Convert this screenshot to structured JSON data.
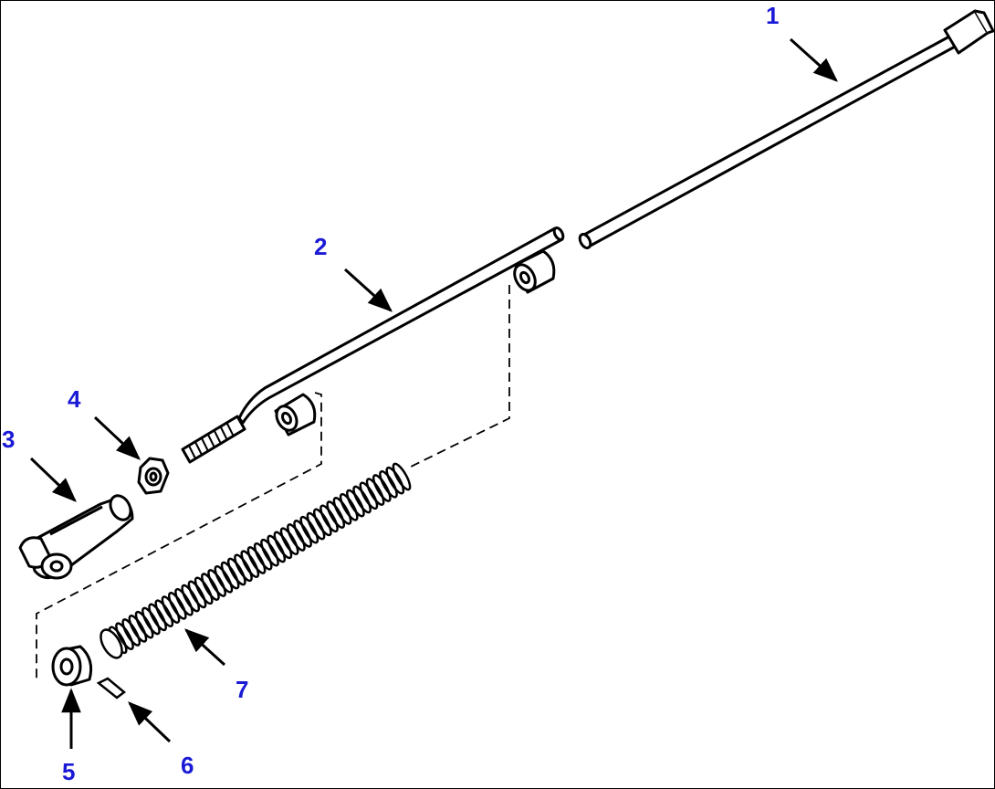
{
  "figure": {
    "label_color": "#1a1ad6",
    "line_color": "#000000",
    "callouts": [
      {
        "id": "1",
        "text": "1"
      },
      {
        "id": "2",
        "text": "2"
      },
      {
        "id": "3",
        "text": "3"
      },
      {
        "id": "4",
        "text": "4"
      },
      {
        "id": "5",
        "text": "5"
      },
      {
        "id": "6",
        "text": "6"
      },
      {
        "id": "7",
        "text": "7"
      }
    ]
  }
}
